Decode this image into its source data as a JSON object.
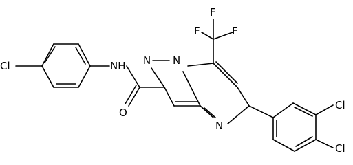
{
  "molecule": {
    "atoms": [
      {
        "id": "cl1",
        "label": "Cl"
      },
      {
        "id": "nh",
        "label": "NH"
      },
      {
        "id": "o",
        "label": "O"
      },
      {
        "id": "n1",
        "label": "N"
      },
      {
        "id": "n7",
        "label": "N"
      },
      {
        "id": "n4",
        "label": "N"
      },
      {
        "id": "f1",
        "label": "F"
      },
      {
        "id": "f2",
        "label": "F"
      },
      {
        "id": "f3",
        "label": "F"
      },
      {
        "id": "cl2",
        "label": "Cl"
      },
      {
        "id": "cl3",
        "label": "Cl"
      }
    ]
  }
}
